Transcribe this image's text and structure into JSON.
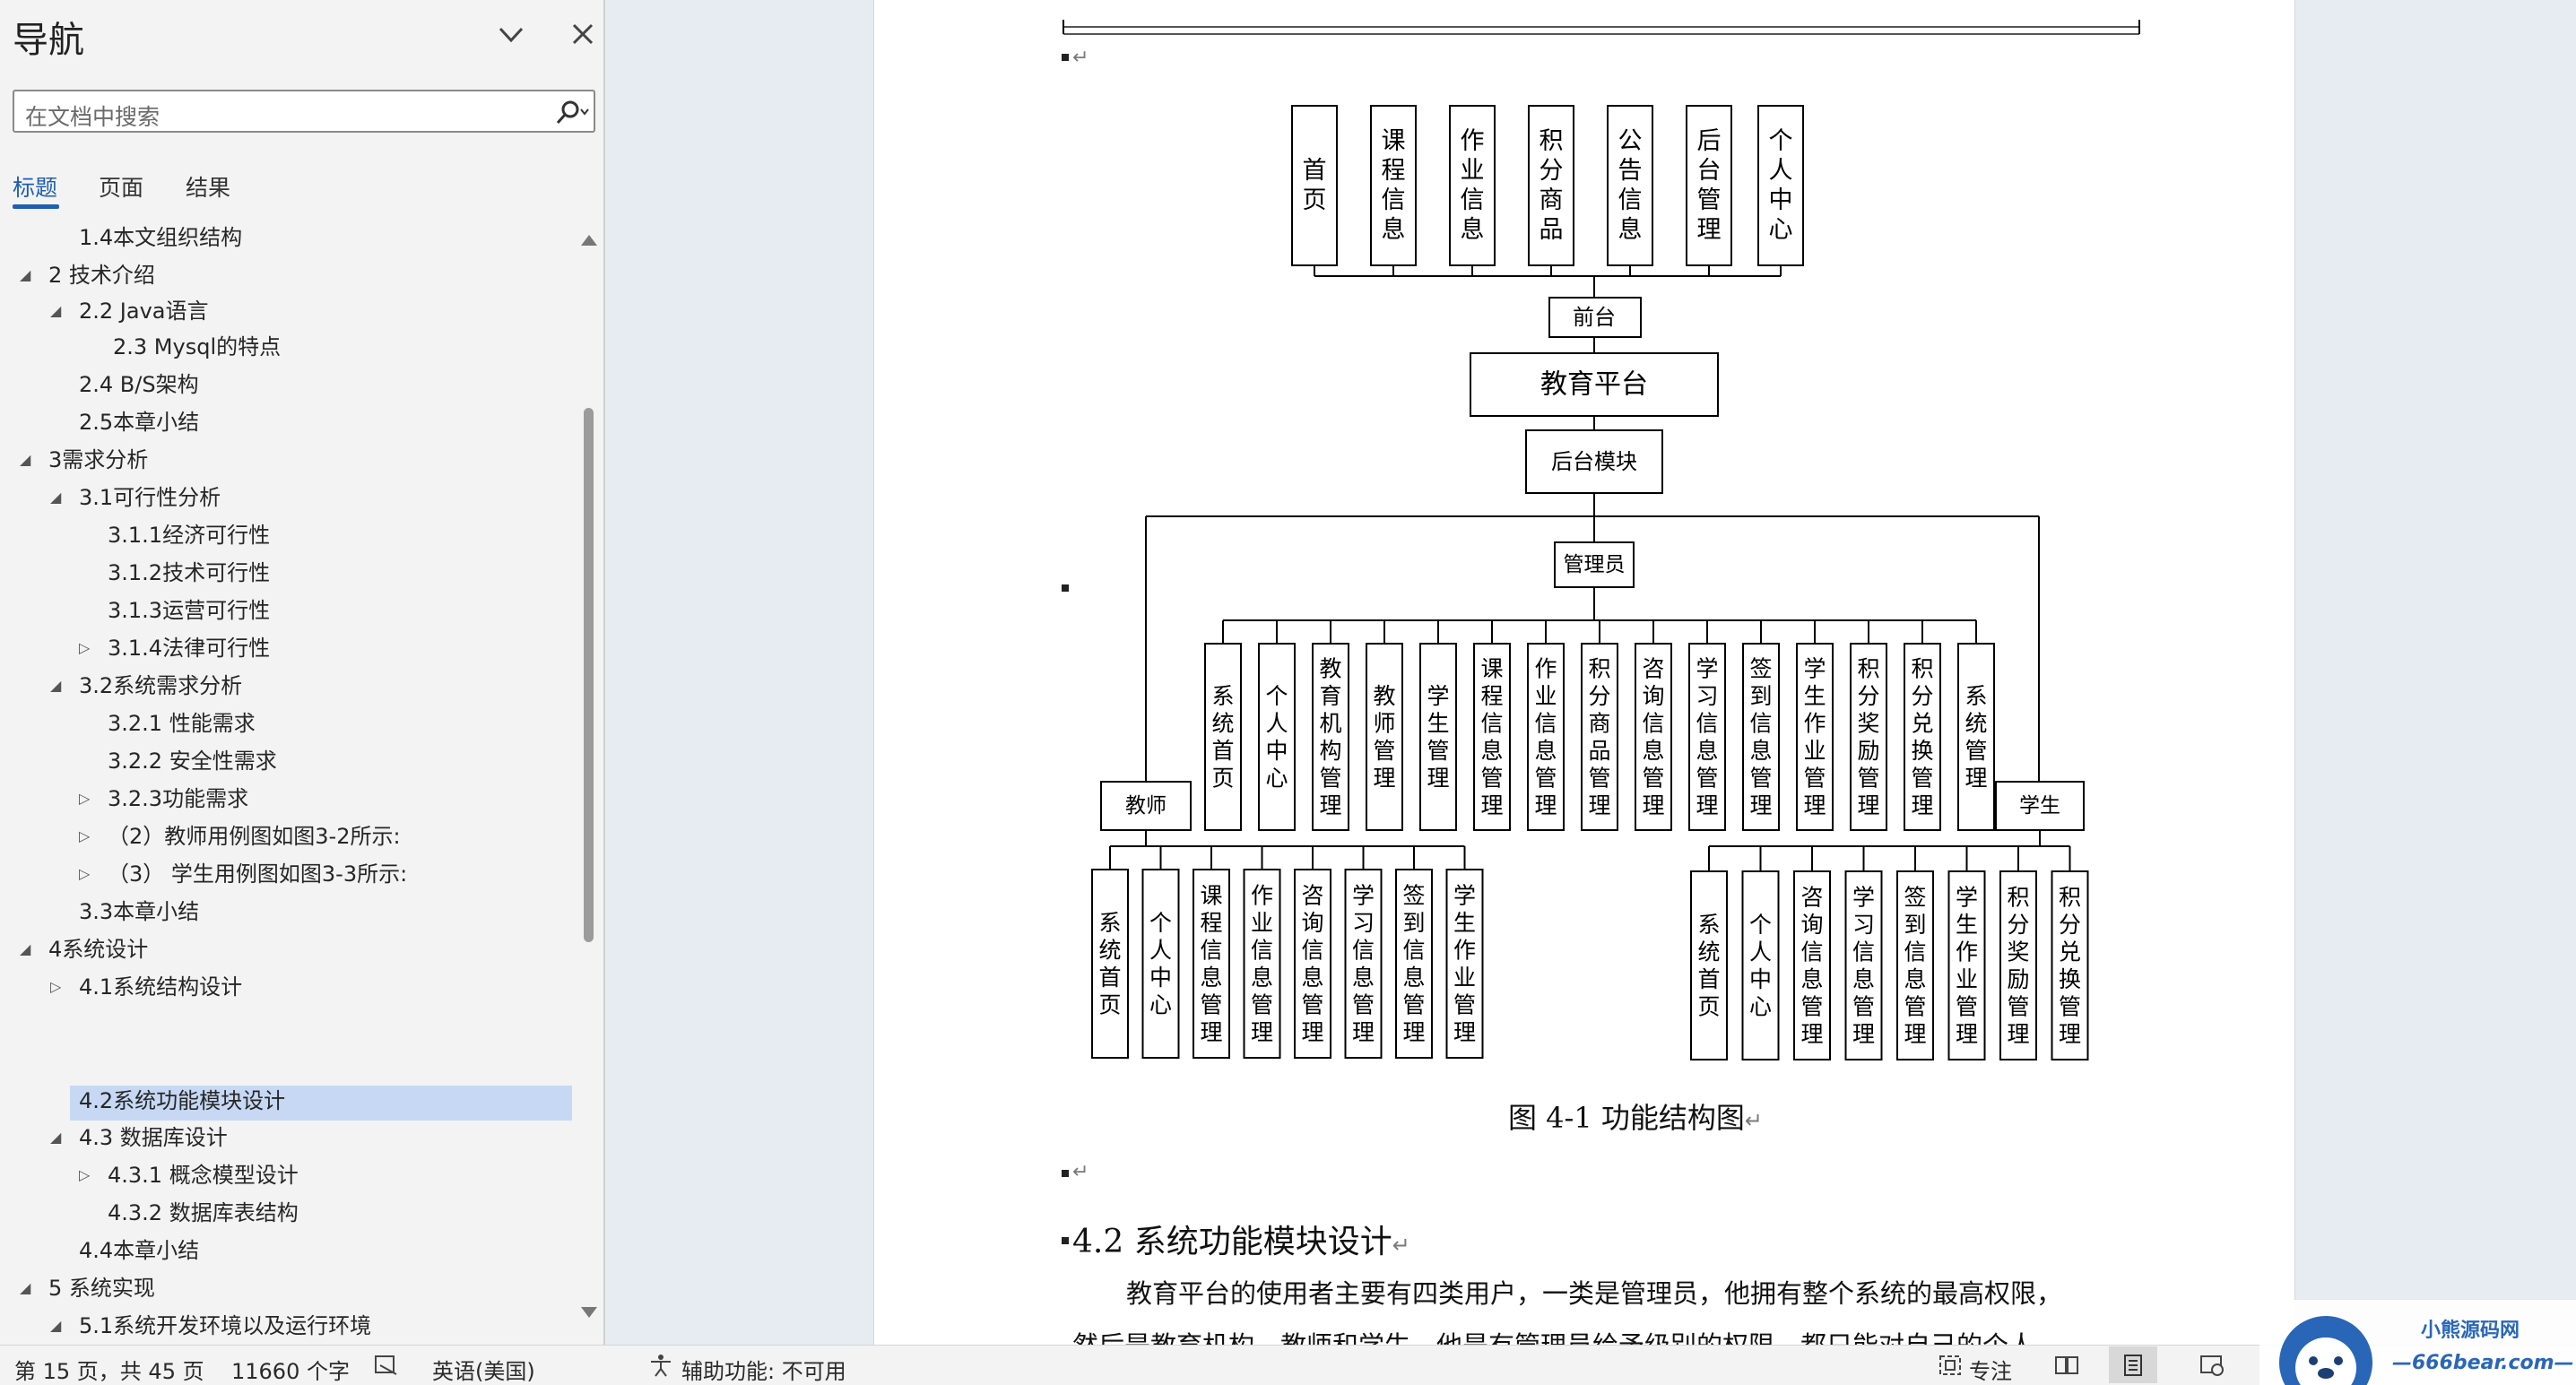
{
  "nav": {
    "title": "导航",
    "search_placeholder": "在文档中搜索",
    "tabs": [
      "标题",
      "页面",
      "结果"
    ],
    "headings": [
      {
        "label": "1.4本文组织结构",
        "level": 2,
        "expander": "none"
      },
      {
        "label": "2 技术介绍",
        "level": 1,
        "expander": "expanded"
      },
      {
        "label": "2.2 Java语言",
        "level": 2,
        "expander": "expanded"
      },
      {
        "label": "2.3 Mysql的特点",
        "level": 3,
        "expander": "none"
      },
      {
        "label": "2.4 B/S架构",
        "level": 2,
        "expander": "none"
      },
      {
        "label": "2.5本章小结",
        "level": 2,
        "expander": "none"
      },
      {
        "label": "3需求分析",
        "level": 1,
        "expander": "expanded"
      },
      {
        "label": "3.1可行性分析",
        "level": 2,
        "expander": "expanded"
      },
      {
        "label": "3.1.1经济可行性",
        "level": 3,
        "expander": "none"
      },
      {
        "label": "3.1.2技术可行性",
        "level": 3,
        "expander": "none"
      },
      {
        "label": "3.1.3运营可行性",
        "level": 3,
        "expander": "none"
      },
      {
        "label": "3.1.4法律可行性",
        "level": 3,
        "expander": "collapsed"
      },
      {
        "label": "3.2系统需求分析",
        "level": 2,
        "expander": "expanded"
      },
      {
        "label": "3.2.1 性能需求",
        "level": 3,
        "expander": "none"
      },
      {
        "label": "3.2.2 安全性需求",
        "level": 3,
        "expander": "none"
      },
      {
        "label": "3.2.3功能需求",
        "level": 3,
        "expander": "collapsed"
      },
      {
        "label": "（2）教师用例图如图3-2所示:",
        "level": 3,
        "expander": "collapsed"
      },
      {
        "label": "（3） 学生用例图如图3-3所示:",
        "level": 3,
        "expander": "collapsed"
      },
      {
        "label": "3.3本章小结",
        "level": 2,
        "expander": "none"
      },
      {
        "label": "4系统设计",
        "level": 1,
        "expander": "expanded"
      },
      {
        "label": "4.1系统结构设计",
        "level": 2,
        "expander": "collapsed"
      },
      {
        "label": "4.2系统功能模块设计",
        "level": 2,
        "expander": "none",
        "selected": true
      },
      {
        "label": "4.3 数据库设计",
        "level": 2,
        "expander": "expanded"
      },
      {
        "label": "4.3.1 概念模型设计",
        "level": 3,
        "expander": "collapsed"
      },
      {
        "label": "4.3.2 数据库表结构",
        "level": 3,
        "expander": "none"
      },
      {
        "label": "4.4本章小结",
        "level": 2,
        "expander": "none"
      },
      {
        "label": "5 系统实现",
        "level": 1,
        "expander": "expanded"
      },
      {
        "label": "5.1系统开发环境以及运行环境",
        "level": 2,
        "expander": "expanded"
      }
    ]
  },
  "doc": {
    "diagram": {
      "front_items": [
        "首页",
        "课程信息",
        "作业信息",
        "积分商品",
        "公告信息",
        "后台管理",
        "个人中心"
      ],
      "front_label": "前台",
      "platform_label": "教育平台",
      "backend_label": "后台模块",
      "admin_label": "管理员",
      "admin_items": [
        "系统首页",
        "个人中心",
        "教育机构管理",
        "教师管理",
        "学生管理",
        "课程信息管理",
        "作业信息管理",
        "积分商品管理",
        "咨询信息管理",
        "学习信息管理",
        "签到信息管理",
        "学生作业管理",
        "积分奖励管理",
        "积分兑换管理",
        "系统管理"
      ],
      "teacher_label": "教师",
      "teacher_items": [
        "系统首页",
        "个人中心",
        "课程信息管理",
        "作业信息管理",
        "咨询信息管理",
        "学习信息管理",
        "签到信息管理",
        "学生作业管理"
      ],
      "student_label": "学生",
      "student_items": [
        "系统首页",
        "个人中心",
        "咨询信息管理",
        "学习信息管理",
        "签到信息管理",
        "学生作业管理",
        "积分奖励管理",
        "积分兑换管理"
      ]
    },
    "figure_caption": "图 4-1 功能结构图",
    "section_heading": "4.2 系统功能模块设计",
    "paragraph_line1": "教育平台的使用者主要有四类用户，一类是管理员，他拥有整个系统的最高权限，",
    "paragraph_line2": "然后是教育机构、教师和学生，他是有管理员给予级别的权限，都只能对自己的个人"
  },
  "status": {
    "page_info": "第 15 页，共 45 页",
    "word_count": "11660 个字",
    "language": "英语(美国)",
    "accessibility": "辅助功能: 不可用",
    "focus": "专注"
  },
  "watermark": {
    "title": "小熊源码网",
    "url": "—666bear.com—"
  },
  "colors": {
    "accent": "#1f5fb0",
    "selection": "#c6d8f4",
    "nav_bg": "#f3f3f3",
    "doc_bg": "#e6ecf1"
  }
}
